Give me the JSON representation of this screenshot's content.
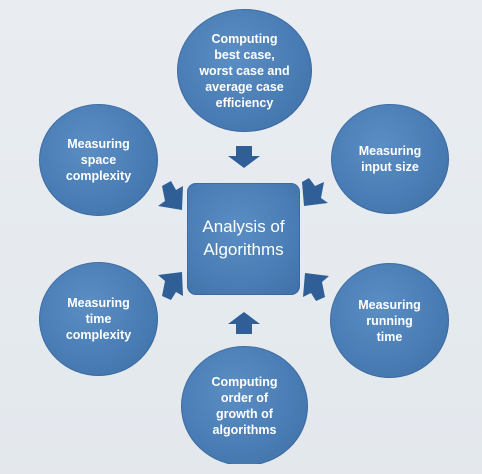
{
  "diagram": {
    "center": {
      "label": "Analysis of\nAlgorithms"
    },
    "nodes": {
      "top": {
        "label": "Computing\nbest case,\nworst case and\naverage case\nefficiency"
      },
      "upper_left": {
        "label": "Measuring\nspace\ncomplexity"
      },
      "upper_right": {
        "label": "Measuring\ninput size"
      },
      "lower_left": {
        "label": "Measuring\ntime\ncomplexity"
      },
      "lower_right": {
        "label": "Measuring\nrunning\ntime"
      },
      "bottom": {
        "label": "Computing\norder of\ngrowth of\nalgorithms"
      }
    },
    "colors": {
      "node_fill": "#4a7db5",
      "arrow_fill": "#2f5f96",
      "background": "#e6eaee",
      "text": "#ffffff"
    }
  }
}
